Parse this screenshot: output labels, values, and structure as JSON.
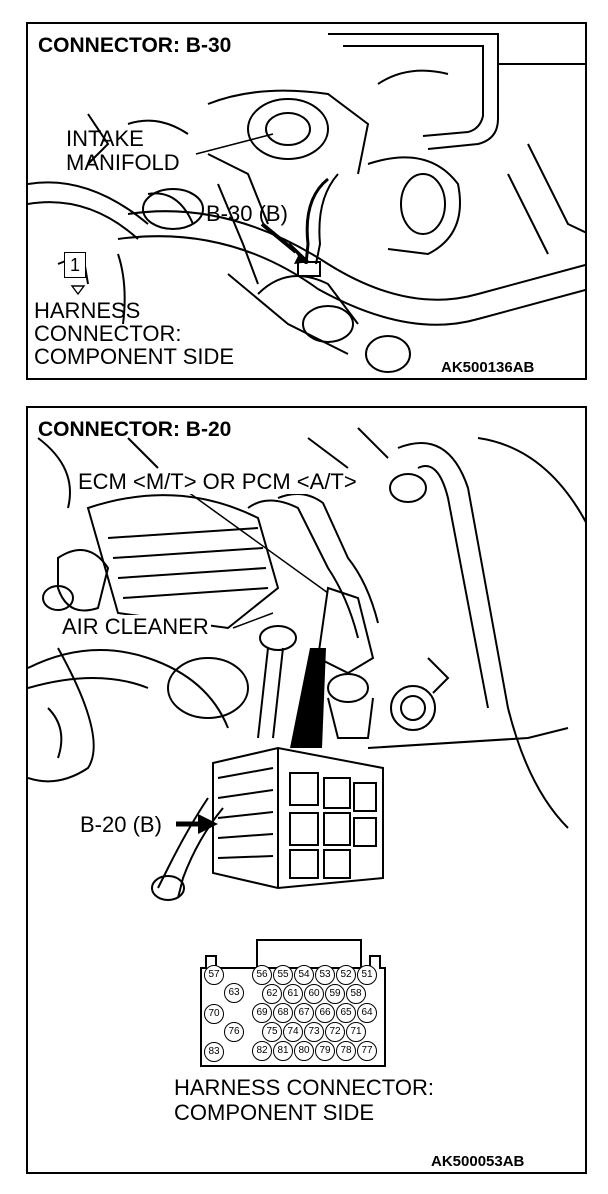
{
  "panel1": {
    "title": "CONNECTOR: B-30",
    "intake_manifold": [
      "INTAKE",
      "MANIFOLD"
    ],
    "callout": "B-30 (B)",
    "pin_box": "1",
    "harness_label": [
      "HARNESS",
      "CONNECTOR:",
      "COMPONENT SIDE"
    ],
    "figure_code": "AK500136AB"
  },
  "panel2": {
    "title": "CONNECTOR: B-20",
    "ecm_label": "ECM <M/T> OR PCM <A/T>",
    "air_cleaner": "AIR CLEANER",
    "callout": "B-20 (B)",
    "connector_pins": {
      "row1": [
        "56",
        "55",
        "54",
        "53",
        "52",
        "51"
      ],
      "row2": [
        "62",
        "61",
        "60",
        "59",
        "58"
      ],
      "row3": [
        "69",
        "68",
        "67",
        "66",
        "65",
        "64"
      ],
      "row4": [
        "75",
        "74",
        "73",
        "72",
        "71"
      ],
      "row5": [
        "82",
        "81",
        "80",
        "79",
        "78",
        "77"
      ],
      "left": [
        "57",
        "63",
        "70",
        "76",
        "83"
      ]
    },
    "harness_label": [
      "HARNESS CONNECTOR:",
      "COMPONENT SIDE"
    ],
    "figure_code": "AK500053AB"
  }
}
